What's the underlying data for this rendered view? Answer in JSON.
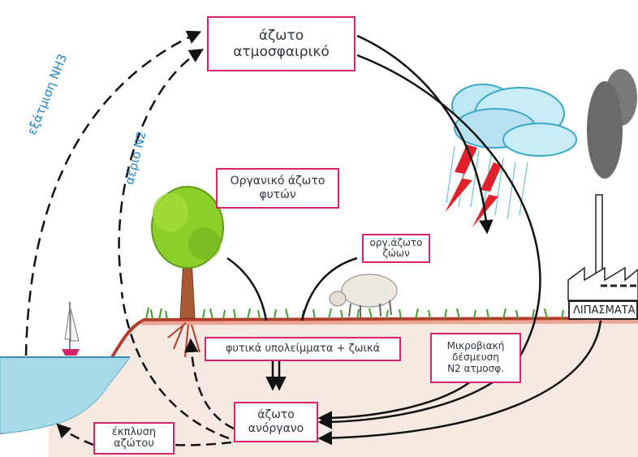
{
  "boxes": {
    "atmospheric_nitrogen": {
      "line1": "άζωτο",
      "line2": "ατμοσφαιρικό"
    },
    "plant_organic_nitrogen": {
      "line1": "Οργανικό άζωτο",
      "line2": "φυτών"
    },
    "animal_organic_nitrogen": {
      "line1": "οργ.άζωτο",
      "line2": "ζώων"
    },
    "residues": {
      "text": "φυτικά υπολείμματα + ζωικά"
    },
    "microbial_fixation": {
      "line1": "Μικροβιακή",
      "line2": "δέσμευση",
      "line3": "N2 ατμοσφ."
    },
    "inorganic_nitrogen": {
      "line1": "άζωτο",
      "line2": "ανόργανο"
    },
    "leaching": {
      "line1": "έκπλυση",
      "line2": "αζώτου"
    }
  },
  "labels": {
    "nh3_evaporation": "εξάτμιση NH3",
    "n2_gas": "αέριο N2",
    "fertilizers": "ΛΙΠΑΣΜΑΤΑ"
  },
  "colors": {
    "box_border": "#d6246e",
    "label_blue": "#1e88c8",
    "water": "#8fcfe0",
    "soil": "#f4e6df",
    "soil_edge": "#b53a2a",
    "grass": "#3fa02a",
    "cloud": "#bfe8f5",
    "lightning": "#e0202a",
    "smoke": "#555555"
  }
}
